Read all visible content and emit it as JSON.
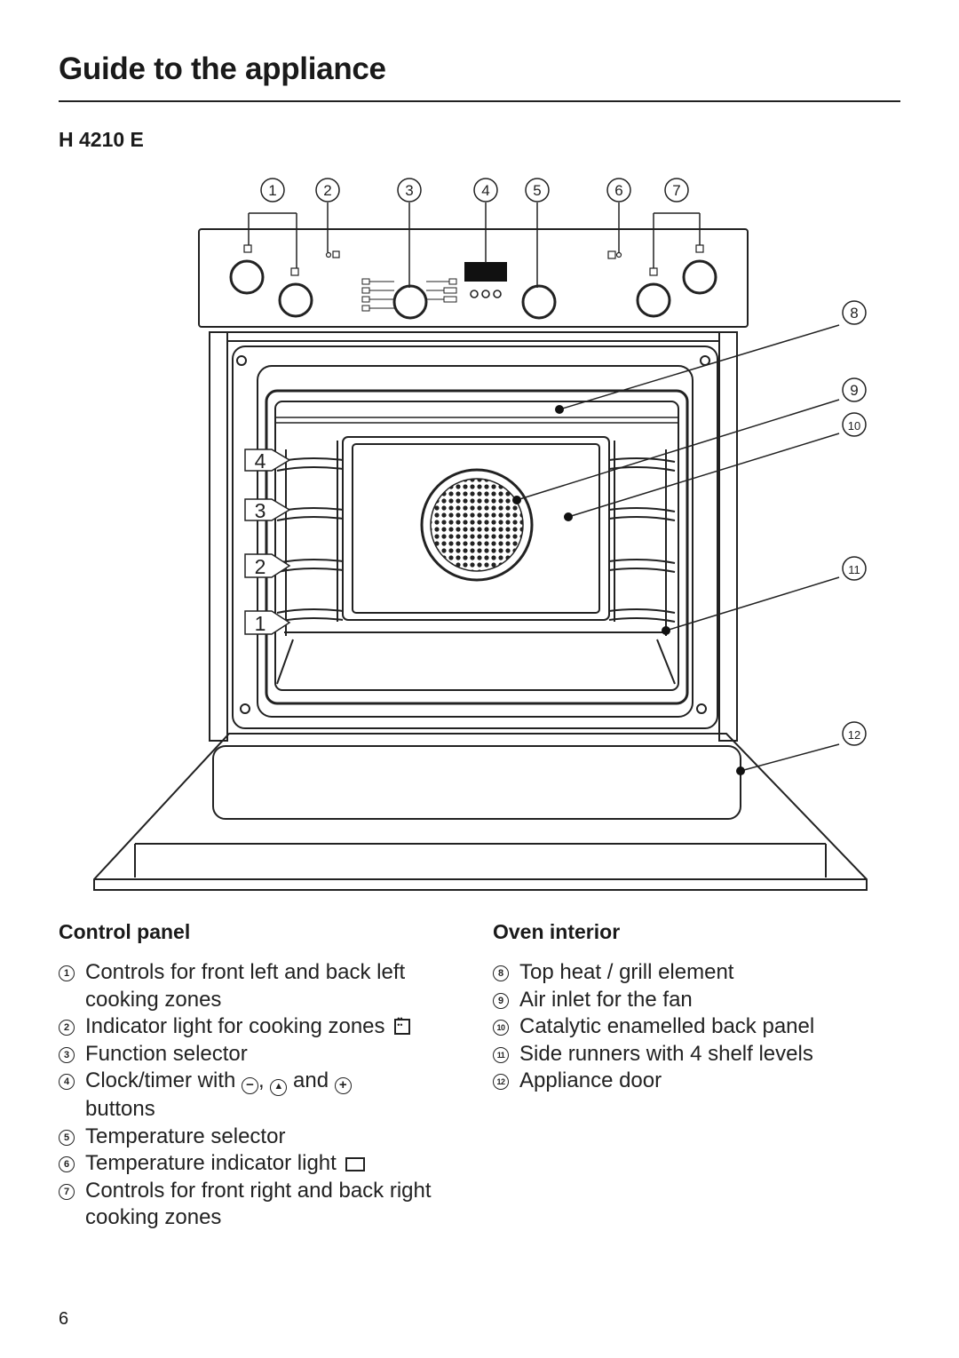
{
  "header": {
    "title": "Guide to the appliance",
    "model": "H 4210 E"
  },
  "diagram": {
    "callout_numbers": [
      "1",
      "2",
      "3",
      "4",
      "5",
      "6",
      "7",
      "8",
      "9",
      "10",
      "11",
      "12"
    ],
    "shelf_numbers": [
      "4",
      "3",
      "2",
      "1"
    ]
  },
  "control_panel": {
    "heading": "Control panel",
    "items": [
      {
        "num": "1",
        "text": "Controls for front left and back left cooking zones"
      },
      {
        "num": "2",
        "text": "Indicator light for cooking zones",
        "icon": "cooking-zones-icon"
      },
      {
        "num": "3",
        "text": "Function selector"
      },
      {
        "num": "4",
        "text_a": "Clock/timer with",
        "text_b": ",",
        "text_c": "and",
        "text_d": "buttons",
        "icons": [
          "minus-button-icon",
          "triangle-up-button-icon",
          "plus-button-icon"
        ]
      },
      {
        "num": "5",
        "text": "Temperature selector"
      },
      {
        "num": "6",
        "text": "Temperature indicator light",
        "icon": "temperature-light-icon"
      },
      {
        "num": "7",
        "text": "Controls for front right and back right cooking zones"
      }
    ]
  },
  "oven_interior": {
    "heading": "Oven interior",
    "items": [
      {
        "num": "8",
        "text": "Top heat / grill element"
      },
      {
        "num": "9",
        "text": "Air inlet for the fan"
      },
      {
        "num": "10",
        "text": "Catalytic enamelled back panel"
      },
      {
        "num": "11",
        "text": "Side runners with 4 shelf levels"
      },
      {
        "num": "12",
        "text": "Appliance door"
      }
    ]
  },
  "footer": {
    "page_number": "6"
  }
}
